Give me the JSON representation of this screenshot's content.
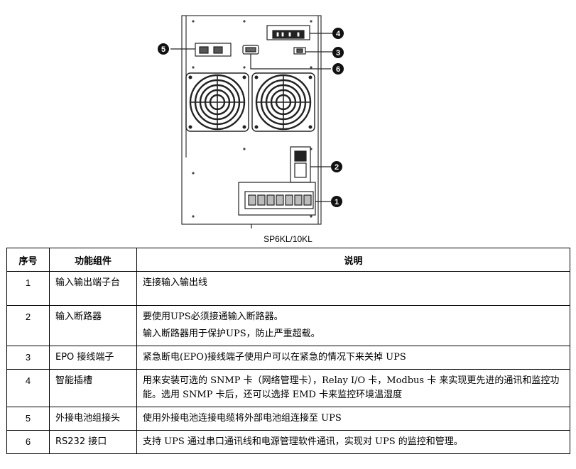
{
  "figure": {
    "caption": "SP6KL/10KL",
    "callouts": [
      "1",
      "2",
      "3",
      "4",
      "5",
      "6"
    ]
  },
  "table": {
    "headers": [
      "序号",
      "功能组件",
      "说明"
    ],
    "rows": [
      {
        "num": "1",
        "component": "输入输出端子台",
        "desc": [
          "连接输入输出线"
        ]
      },
      {
        "num": "2",
        "component": "输入断路器",
        "desc": [
          "要使用UPS必须接通输入断路器。",
          "输入断路器用于保护UPS，防止严重超载。"
        ]
      },
      {
        "num": "3",
        "component": "EPO 接线端子",
        "desc": [
          "紧急断电(EPO)接线端子使用户可以在紧急的情况下来关掉 UPS"
        ]
      },
      {
        "num": "4",
        "component": "智能插槽",
        "desc": [
          "用来安装可选的 SNMP 卡（网络管理卡），Relay I/O 卡，Modbus 卡 来实现更先进的通讯和监控功能。选用 SNMP 卡后，还可以选择 EMD 卡来监控环境温湿度"
        ]
      },
      {
        "num": "5",
        "component": "外接电池组接头",
        "desc": [
          "使用外接电池连接电缆将外部电池组连接至 UPS"
        ]
      },
      {
        "num": "6",
        "component": "RS232 接口",
        "desc": [
          "支持 UPS 通过串口通讯线和电源管理软件通讯，实现对 UPS 的监控和管理。"
        ]
      }
    ]
  }
}
